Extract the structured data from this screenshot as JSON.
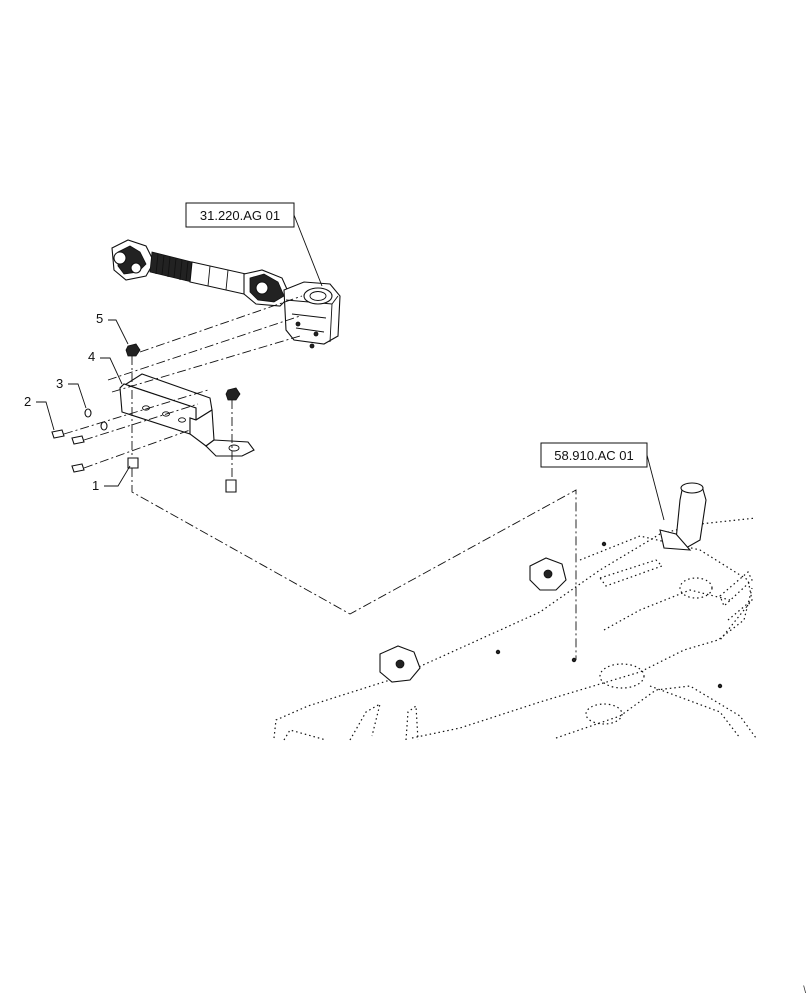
{
  "diagram": {
    "reference_boxes": [
      {
        "id": "ref-upper",
        "label": "31.220.AG 01"
      },
      {
        "id": "ref-lower",
        "label": "58.910.AC 01"
      }
    ],
    "callouts": [
      {
        "id": "callout-1",
        "label": "1"
      },
      {
        "id": "callout-2",
        "label": "2"
      },
      {
        "id": "callout-3",
        "label": "3"
      },
      {
        "id": "callout-4",
        "label": "4"
      },
      {
        "id": "callout-5",
        "label": "5"
      }
    ],
    "page_mark": "\\"
  }
}
